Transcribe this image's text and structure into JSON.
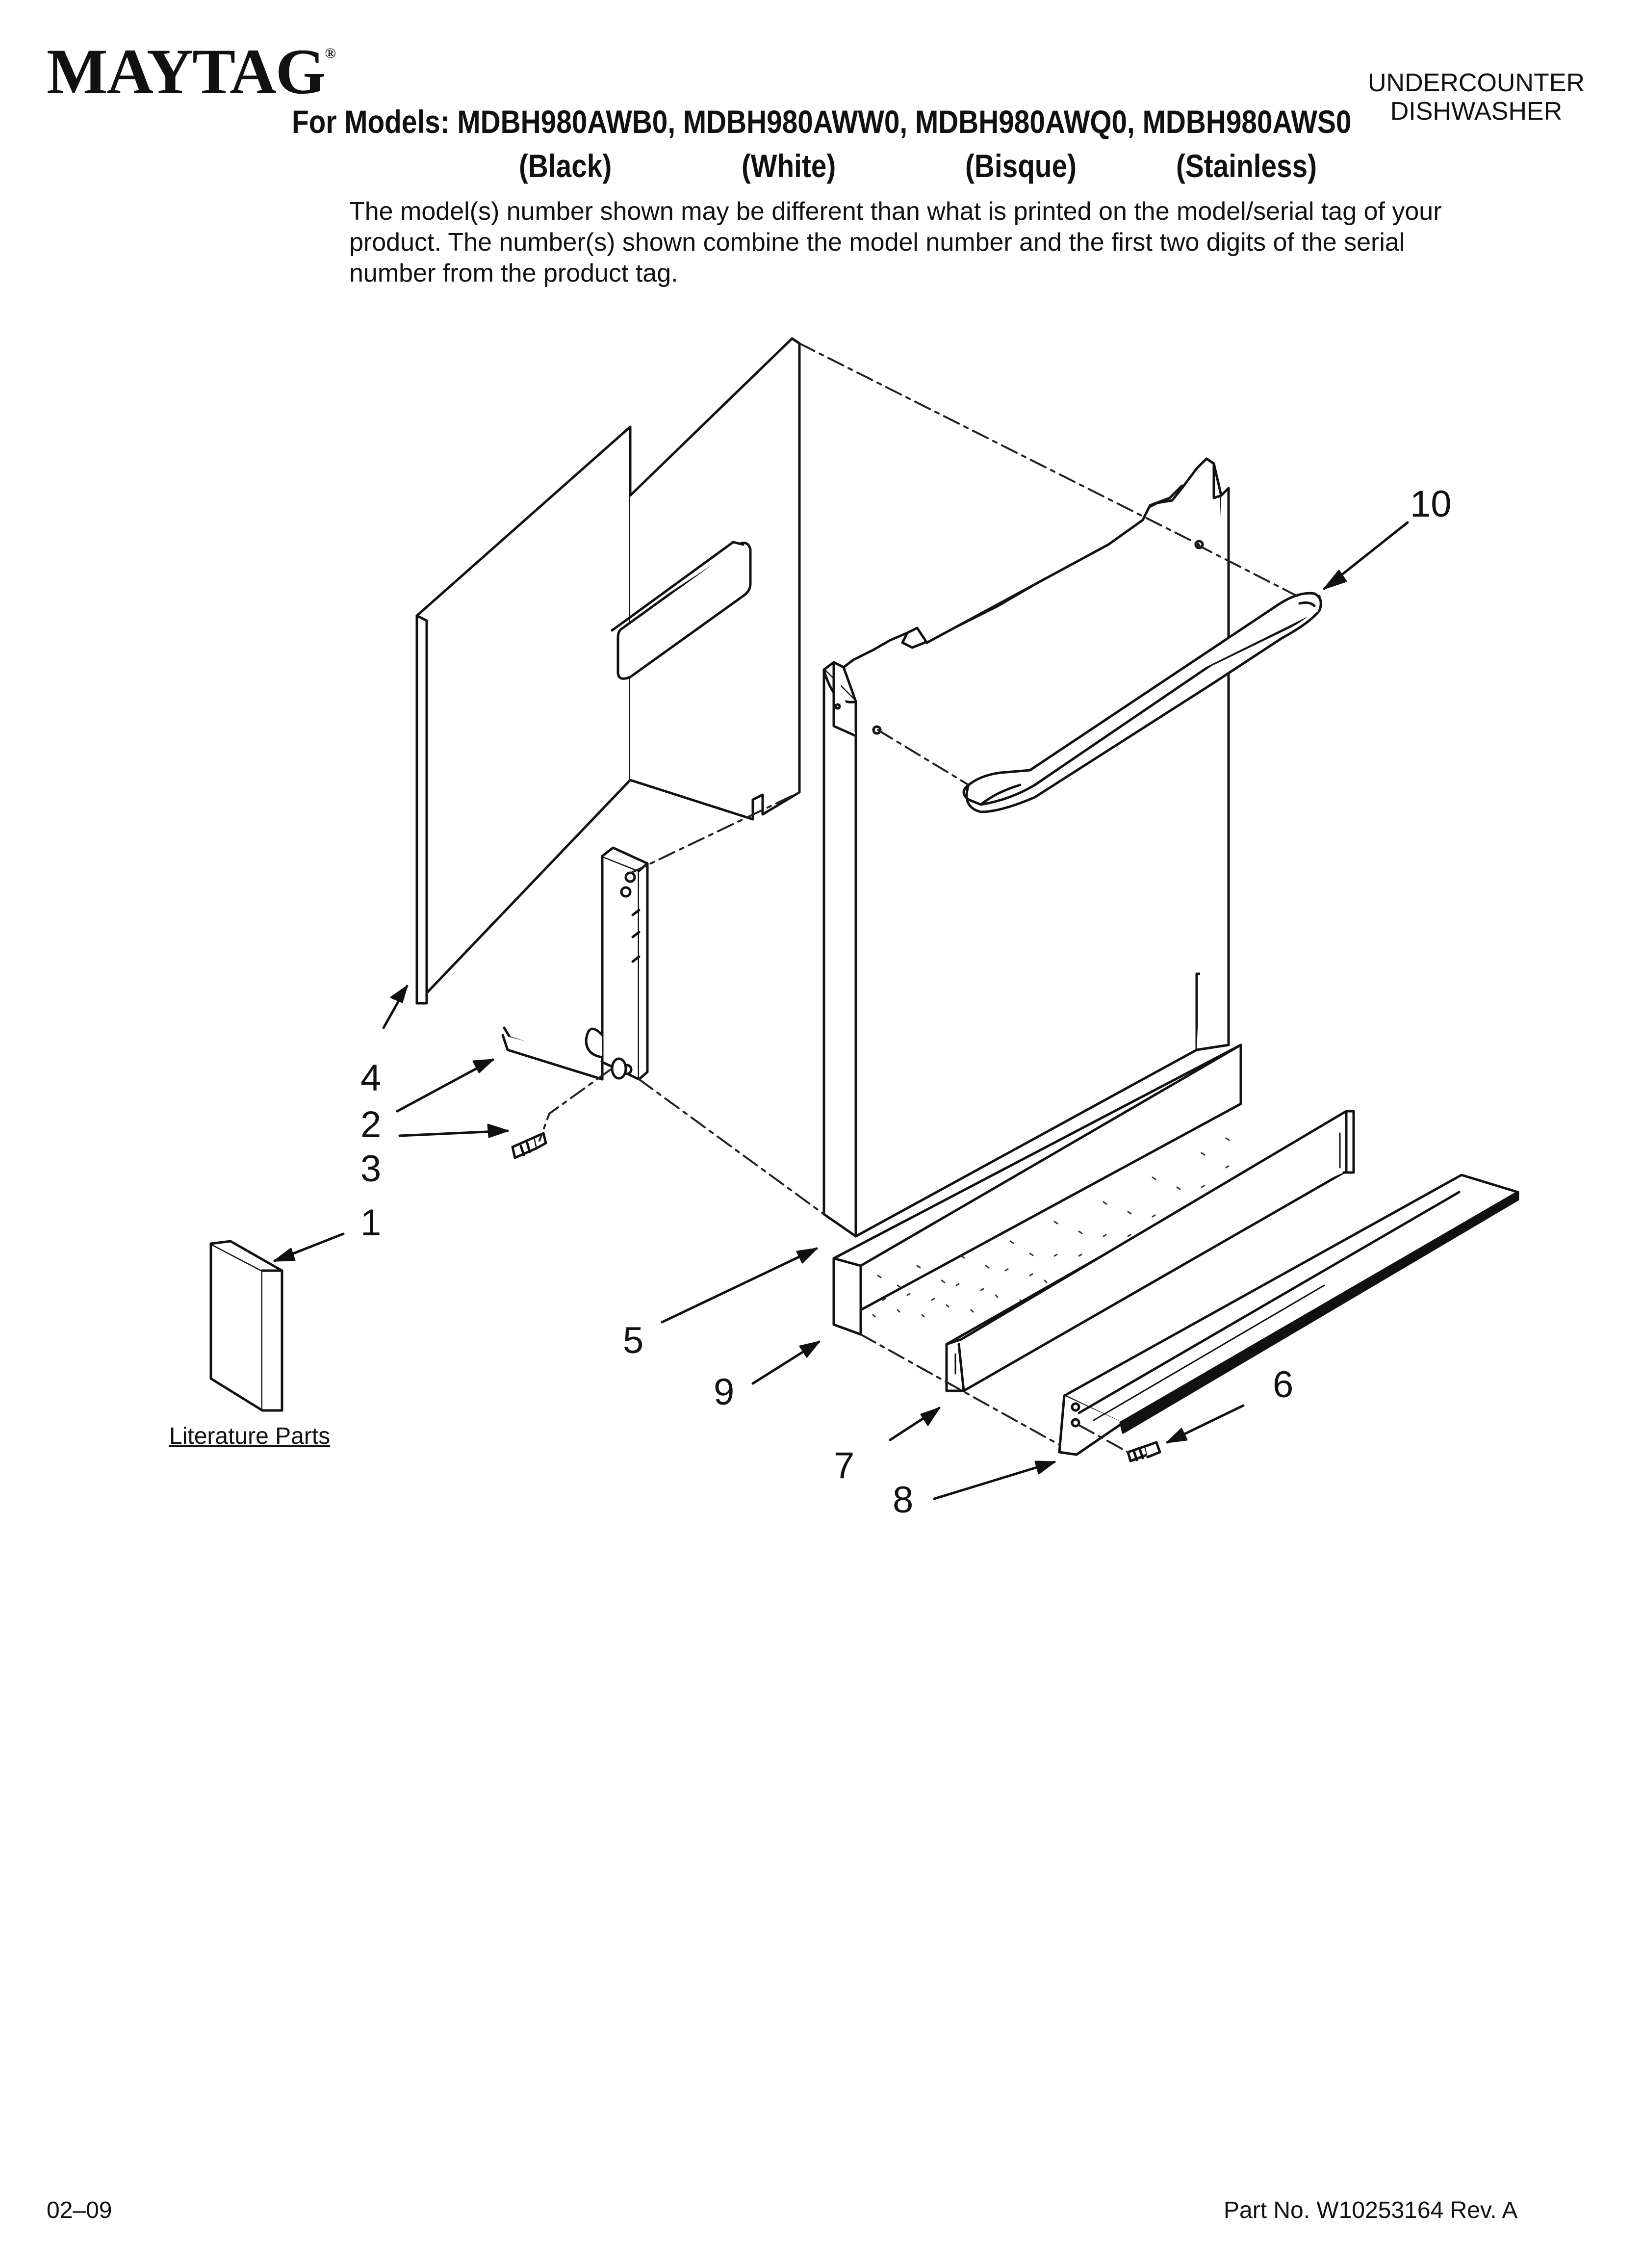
{
  "header": {
    "brand": "MAYTAG",
    "brand_mark": "®",
    "category_line1": "UNDERCOUNTER",
    "category_line2": "DISHWASHER",
    "models_line": "For Models: MDBH980AWB0, MDBH980AWW0, MDBH980AWQ0, MDBH980AWS0",
    "colors": [
      "(Black)",
      "(White)",
      "(Bisque)",
      "(Stainless)"
    ],
    "note": "The model(s) number shown may be different than what is printed on the model/serial tag of your product. The number(s) shown combine the model number and the first two digits of the serial number from the product tag."
  },
  "diagram": {
    "callouts": [
      "10",
      "4",
      "2",
      "3",
      "1",
      "5",
      "9",
      "7",
      "8",
      "6"
    ],
    "literature_label": "Literature Parts",
    "colors": {
      "line": "#111111",
      "dash": "#222222",
      "fill": "#ffffff"
    }
  },
  "footer": {
    "date_code": "02–09",
    "part_number": "Part No. W10253164 Rev. A"
  }
}
